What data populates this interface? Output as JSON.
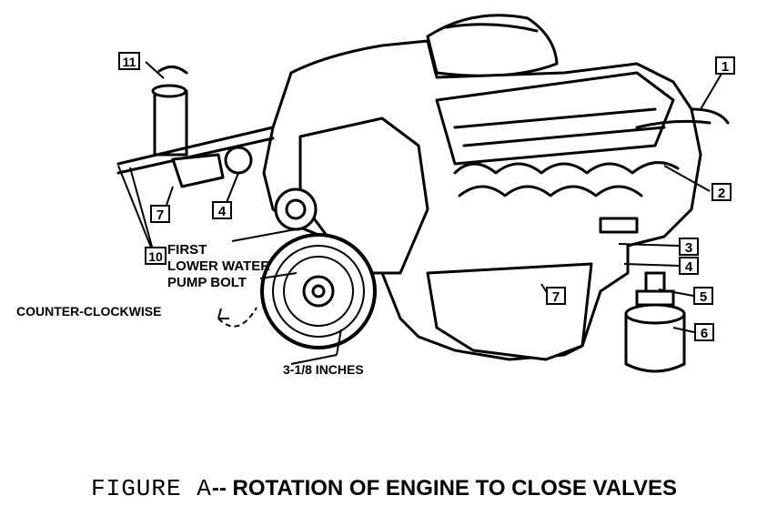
{
  "figure": {
    "caption_prefix": "FIGURE  A",
    "caption_text": "-- ROTATION OF ENGINE TO CLOSE VALVES"
  },
  "labels": {
    "first_bolt_line1": "FIRST",
    "first_bolt_line2": "LOWER WATER",
    "first_bolt_line3": "PUMP BOLT",
    "direction": "COUNTER-CLOCKWISE",
    "measurement": "3-1/8 INCHES"
  },
  "callouts": [
    "1",
    "2",
    "3",
    "4",
    "5",
    "6",
    "7",
    "4",
    "7",
    "10",
    "11"
  ]
}
